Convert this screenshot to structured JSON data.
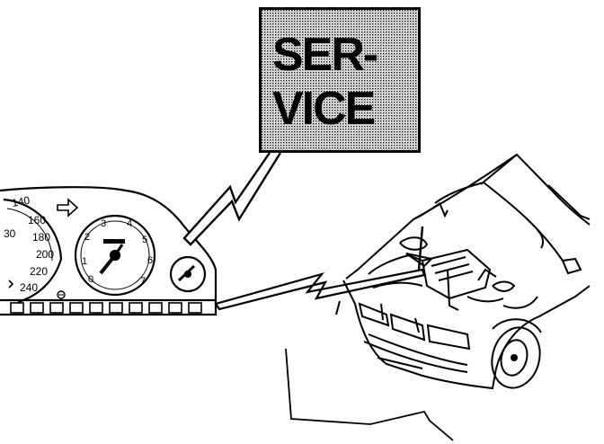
{
  "callout": {
    "line1": "SER-",
    "line2": "VICE"
  },
  "speedometer": {
    "ticks": [
      "140",
      "160",
      "180",
      "200",
      "220",
      "240",
      "30"
    ]
  },
  "tachometer": {
    "ticks": [
      "0",
      "1",
      "2",
      "3",
      "4",
      "5",
      "6",
      "7"
    ]
  },
  "colors": {
    "ink": "#000000",
    "screen": "#c8c8c8",
    "paper": "#ffffff"
  }
}
